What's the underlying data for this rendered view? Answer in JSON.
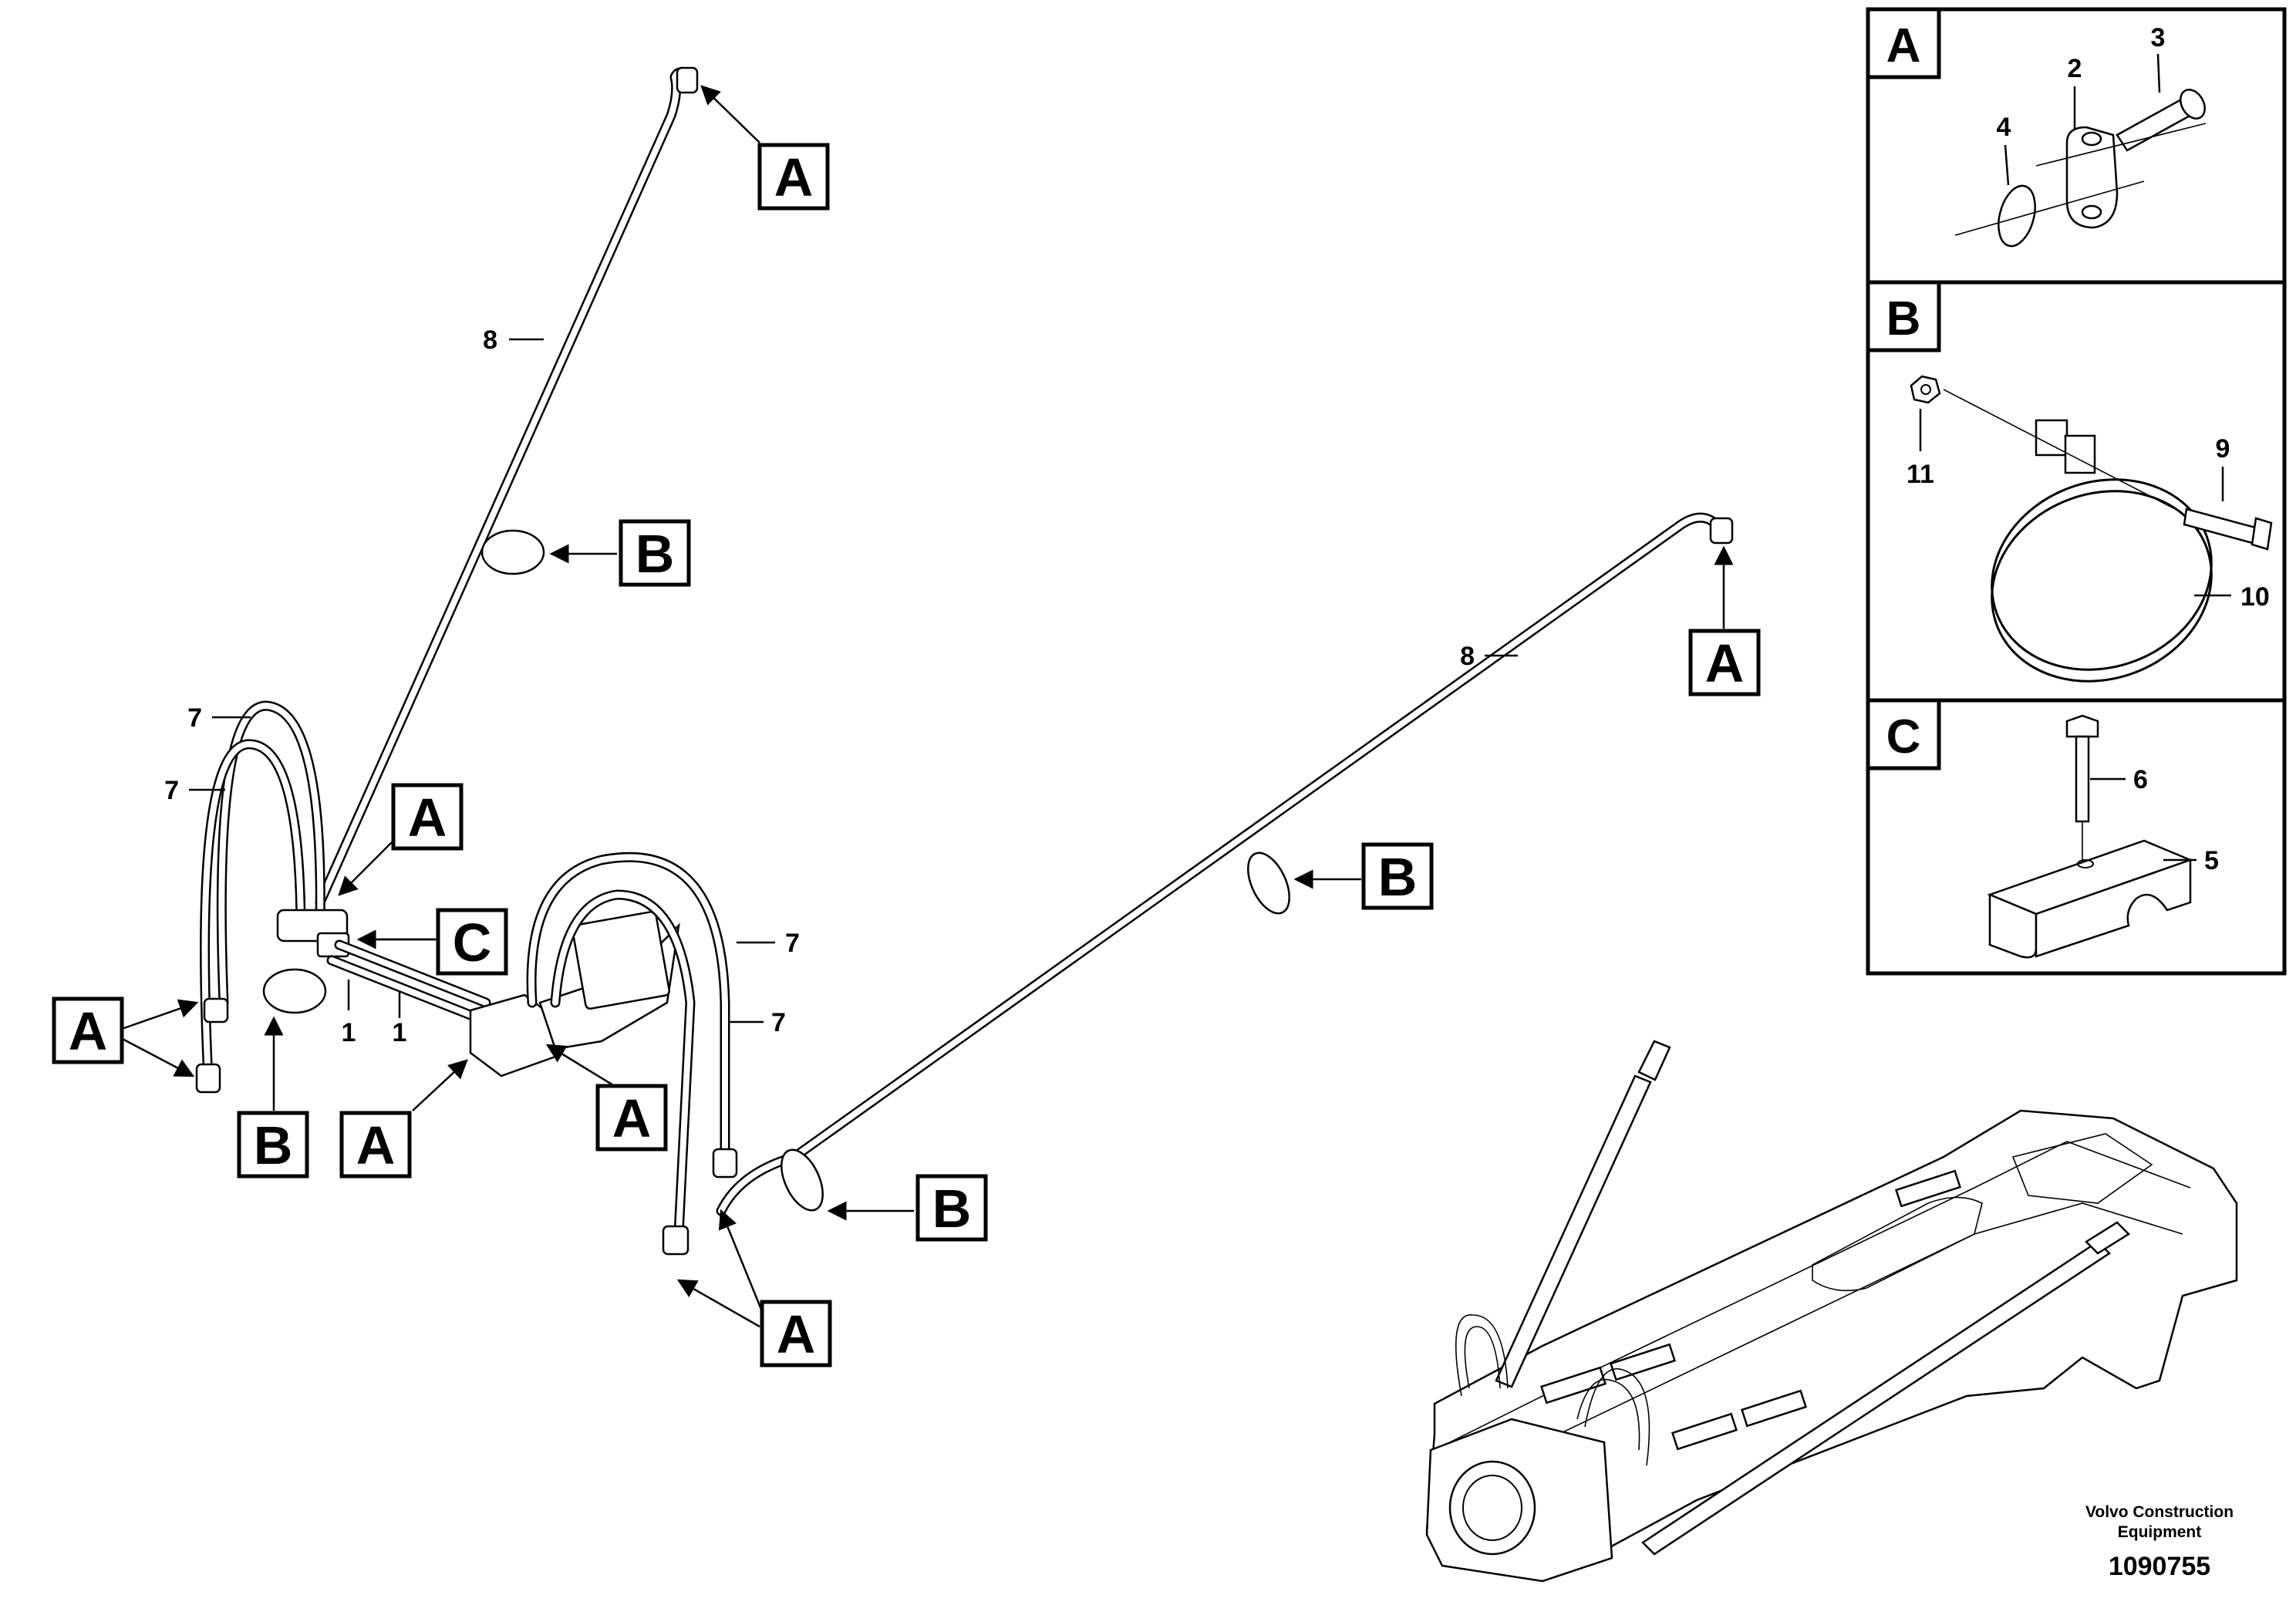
{
  "diagram": {
    "callouts": {
      "a1": "A",
      "a2": "A",
      "a3": "A",
      "a4": "A",
      "a5": "A",
      "a6": "A",
      "a7": "A",
      "b1": "B",
      "b2": "B",
      "b3": "B",
      "b4": "B",
      "c1": "C"
    },
    "item_labels": {
      "pipe_left": "8",
      "pipe_right": "8",
      "hose_left_top": "7",
      "hose_left_bottom": "7",
      "hose_mid_top": "7",
      "hose_mid_bottom": "7",
      "tube_1a": "1",
      "tube_1b": "1"
    },
    "detail_panels": {
      "a": {
        "letter": "A",
        "labels": [
          "2",
          "3",
          "4"
        ]
      },
      "b": {
        "letter": "B",
        "labels": [
          "9",
          "10",
          "11"
        ]
      },
      "c": {
        "letter": "C",
        "labels": [
          "6",
          "5"
        ]
      }
    },
    "footer": {
      "maker_line1": "Volvo Construction",
      "maker_line2": "Equipment",
      "doc_number": "1090755"
    }
  }
}
